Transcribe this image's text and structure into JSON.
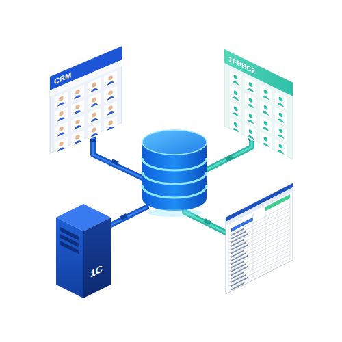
{
  "diagram": {
    "nodes": [
      {
        "text": [
          "CRM"
        ]
      },
      {
        "text": [
          "1FBBC2"
        ]
      },
      {
        "text": [
          "1C"
        ]
      }
    ]
  }
}
